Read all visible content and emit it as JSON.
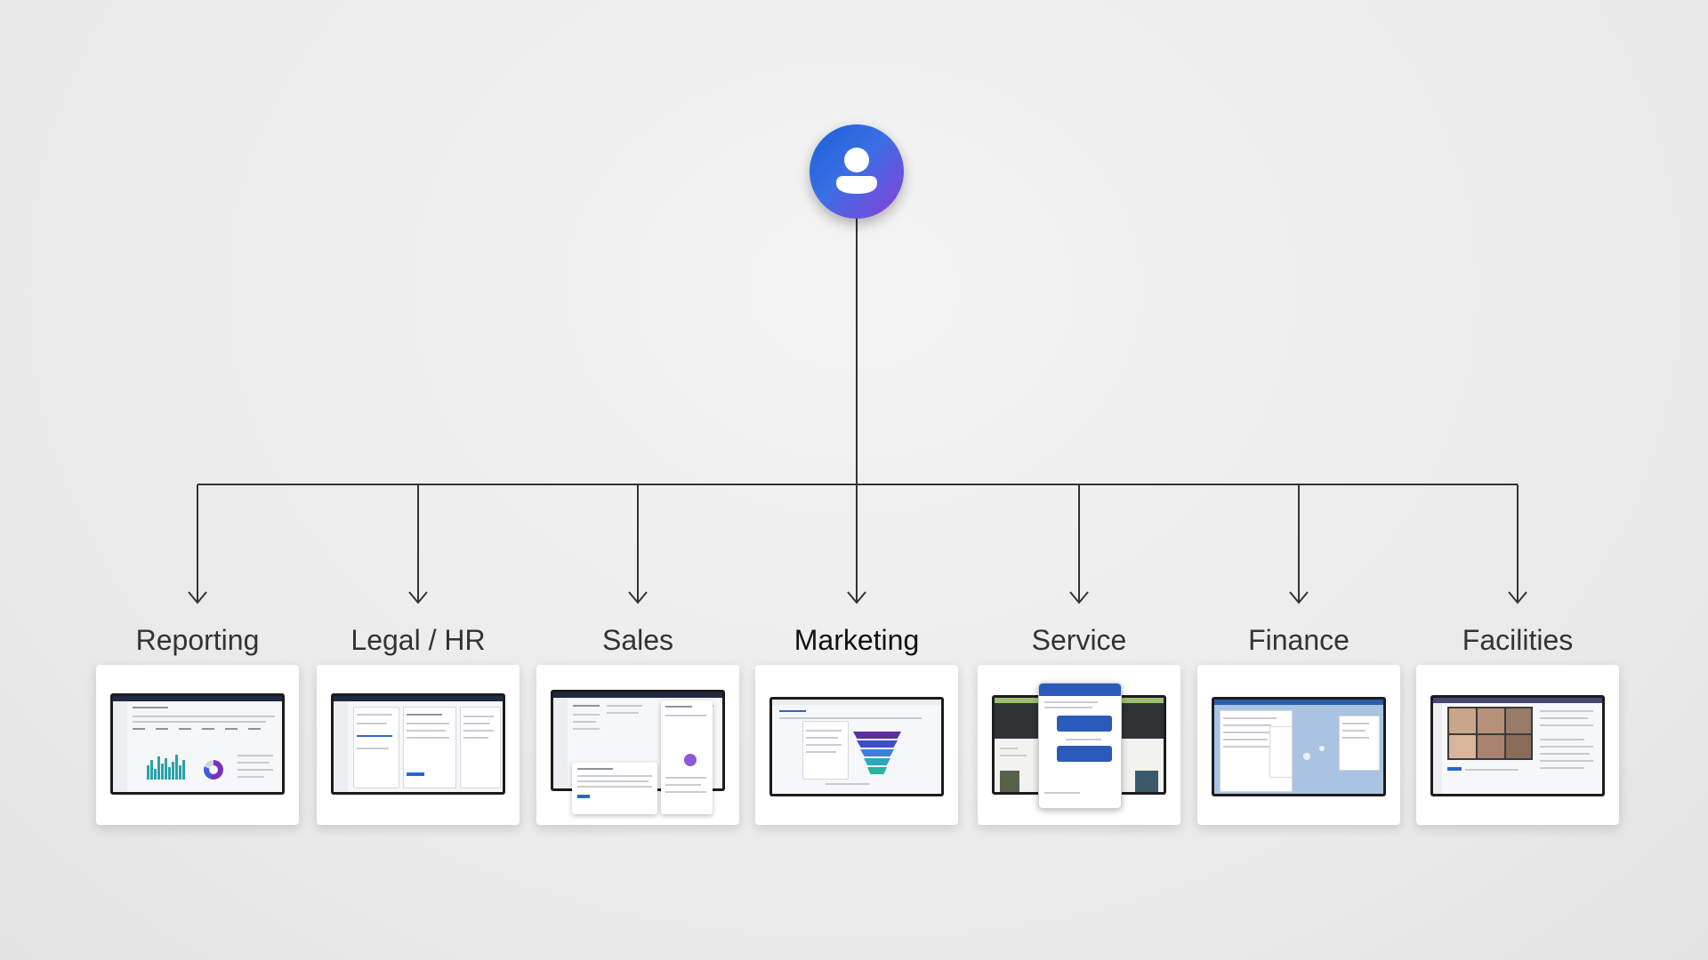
{
  "diagram": {
    "root": {
      "icon": "user-avatar-icon",
      "gradient_colors": [
        "#1a5fd6",
        "#8b3fd9"
      ]
    },
    "departments": [
      {
        "label": "Reporting",
        "thumbnail": "reporting-dashboard-thumbnail"
      },
      {
        "label": "Legal / HR",
        "thumbnail": "legal-hr-app-thumbnail"
      },
      {
        "label": "Sales",
        "thumbnail": "sales-app-thumbnail"
      },
      {
        "label": "Marketing",
        "thumbnail": "marketing-funnel-thumbnail"
      },
      {
        "label": "Service",
        "thumbnail": "service-virtual-assistant-thumbnail"
      },
      {
        "label": "Finance",
        "thumbnail": "finance-app-thumbnail"
      },
      {
        "label": "Facilities",
        "thumbnail": "facilities-meeting-thumbnail"
      }
    ],
    "line_color": "#333333"
  }
}
